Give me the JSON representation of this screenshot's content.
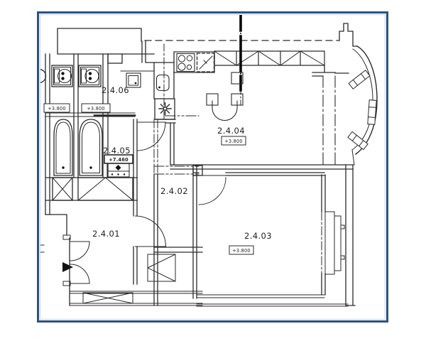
{
  "drawing": {
    "kind": "architectural floor plan",
    "colors": {
      "frame_outer": "#2d5380",
      "frame_inner": "#cfdff0",
      "line": "#2a2a2a",
      "background": "#ffffff"
    },
    "rooms": {
      "r01": {
        "number": "2.4.01"
      },
      "r02": {
        "number": "2.4.02"
      },
      "r03": {
        "number": "2.4.03",
        "elevation": "+3.800"
      },
      "r04": {
        "number": "2.4.04",
        "elevation": "+3.800"
      },
      "r05": {
        "number": "2.4.05",
        "elevation": "+7.460"
      },
      "r06": {
        "number": "2.4.06"
      }
    },
    "elevation_markers": {
      "left_a": "+3.800",
      "left_b": "+3.800"
    },
    "icons": [
      "toilet-icon",
      "bathtub-icon",
      "stove-icon",
      "sink-icon",
      "boiler-star-icon",
      "washing-machine-icon",
      "fridge-dashed-icon",
      "shaft-cross-icon",
      "door-swing-icon",
      "entrance-arrow-icon",
      "section-line-icon",
      "bay-window-icon",
      "truss-wall-icon"
    ]
  }
}
